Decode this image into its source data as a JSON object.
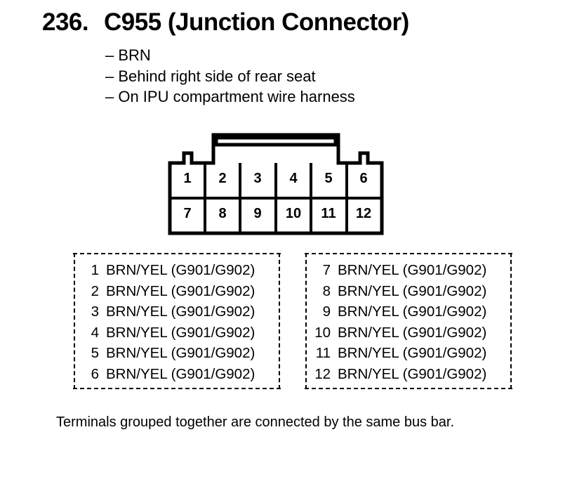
{
  "header": {
    "number": "236.",
    "title": "C955 (Junction Connector)"
  },
  "details": [
    "– BRN",
    "– Behind right side of rear seat",
    "– On IPU compartment wire harness"
  ],
  "connector": {
    "top_row": [
      "1",
      "2",
      "3",
      "4",
      "5",
      "6"
    ],
    "bottom_row": [
      "7",
      "8",
      "9",
      "10",
      "11",
      "12"
    ]
  },
  "groups": [
    {
      "rows": [
        {
          "pin": "1",
          "wire": "BRN/YEL (G901/G902)"
        },
        {
          "pin": "2",
          "wire": "BRN/YEL (G901/G902)"
        },
        {
          "pin": "3",
          "wire": "BRN/YEL (G901/G902)"
        },
        {
          "pin": "4",
          "wire": "BRN/YEL (G901/G902)"
        },
        {
          "pin": "5",
          "wire": "BRN/YEL (G901/G902)"
        },
        {
          "pin": "6",
          "wire": "BRN/YEL (G901/G902)"
        }
      ]
    },
    {
      "rows": [
        {
          "pin": "7",
          "wire": "BRN/YEL (G901/G902)"
        },
        {
          "pin": "8",
          "wire": "BRN/YEL (G901/G902)"
        },
        {
          "pin": "9",
          "wire": "BRN/YEL (G901/G902)"
        },
        {
          "pin": "10",
          "wire": "BRN/YEL (G901/G902)"
        },
        {
          "pin": "11",
          "wire": "BRN/YEL (G901/G902)"
        },
        {
          "pin": "12",
          "wire": "BRN/YEL (G901/G902)"
        }
      ]
    }
  ],
  "footnote": "Terminals grouped together are connected by the same bus bar."
}
